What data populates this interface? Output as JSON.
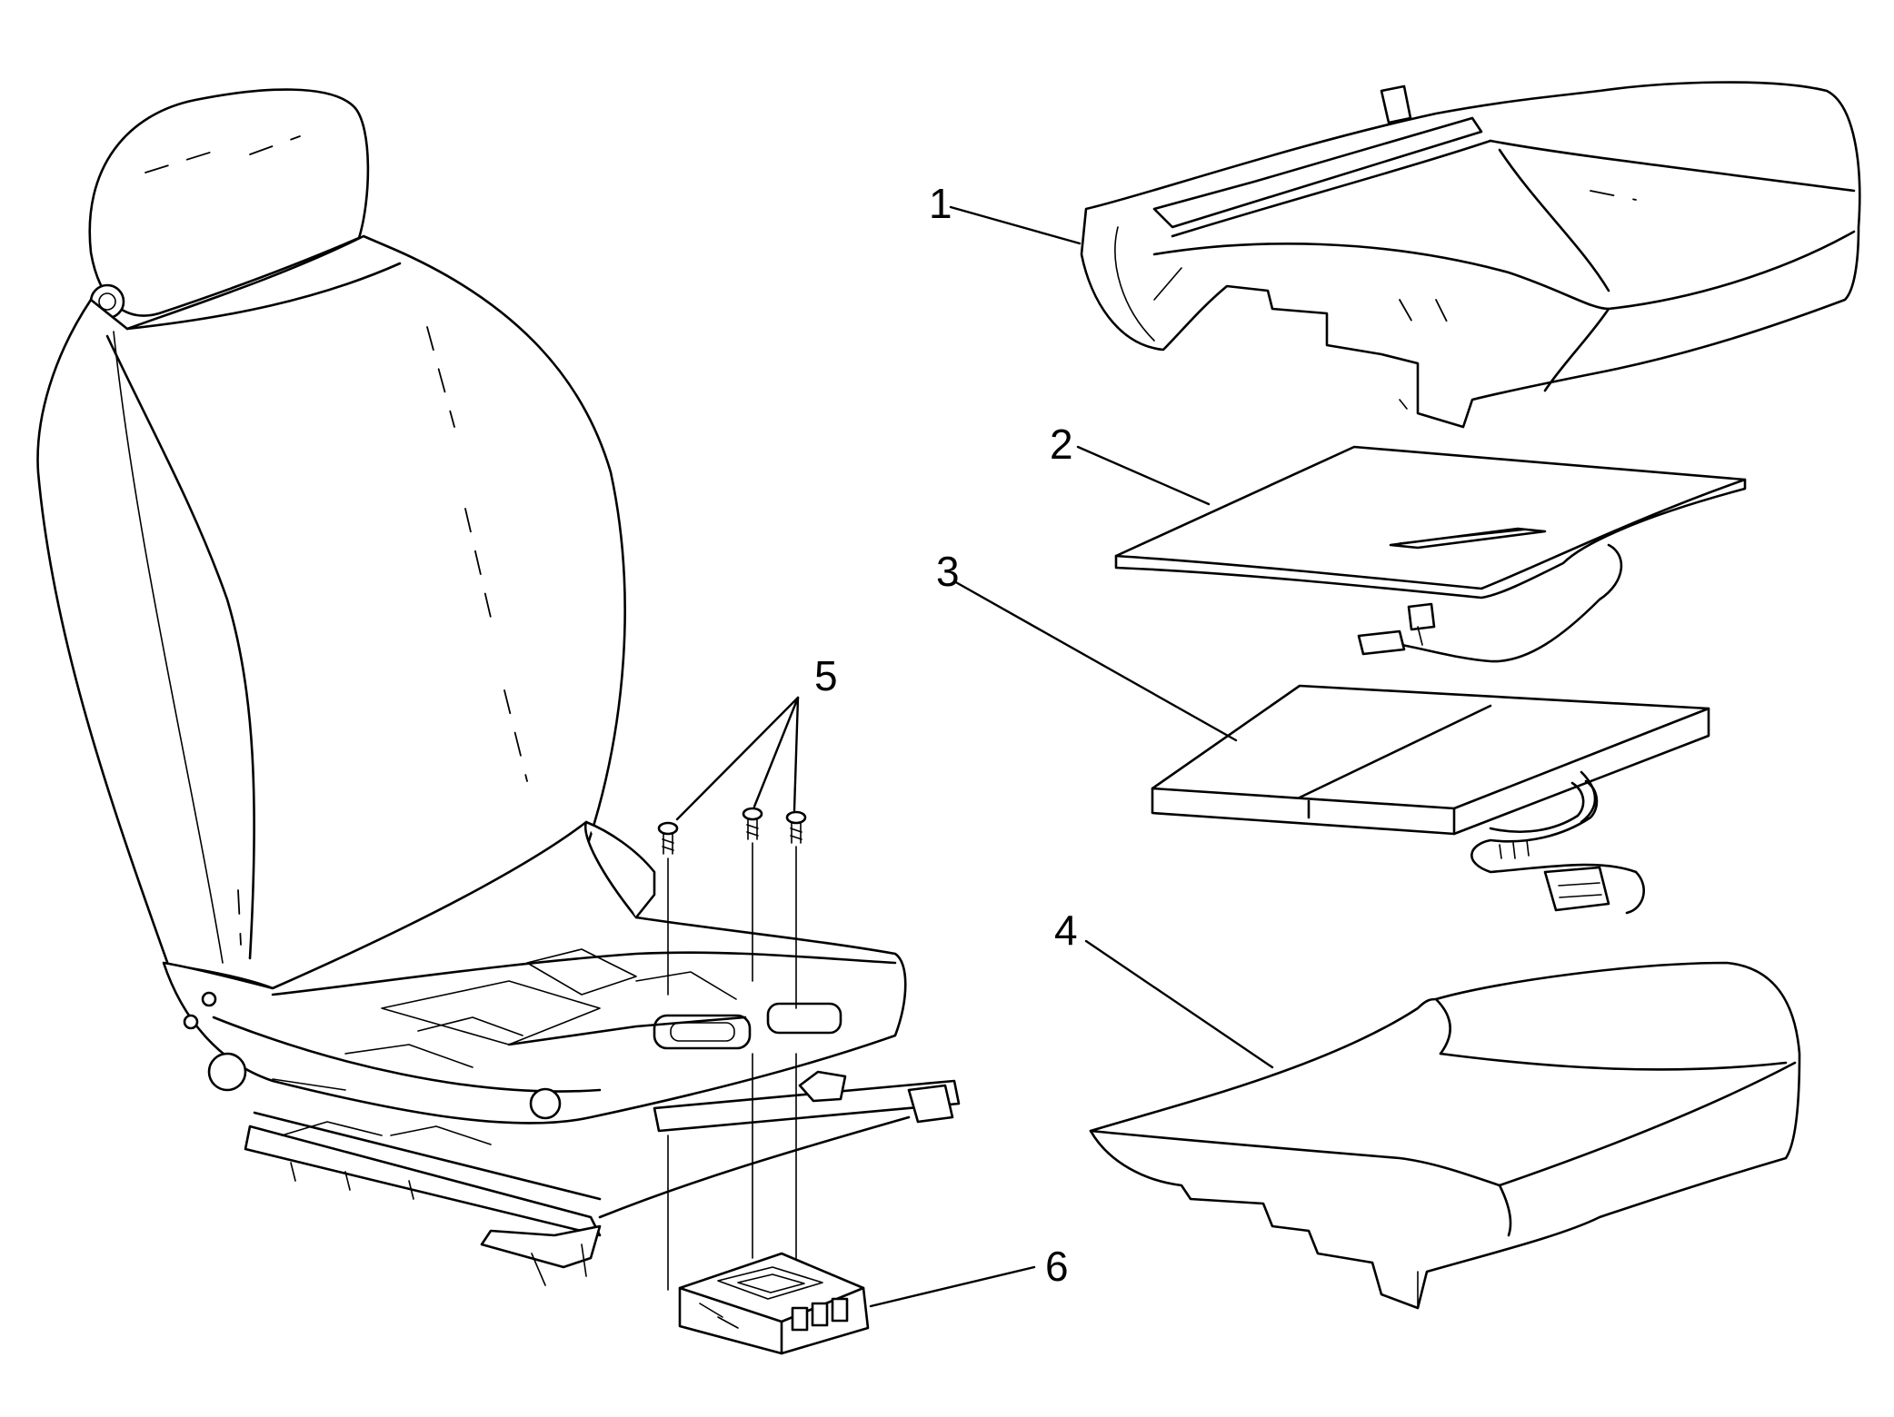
{
  "callouts": [
    {
      "number": "1",
      "part": "seat-cushion-cover"
    },
    {
      "number": "2",
      "part": "occupant-sensor-mat"
    },
    {
      "number": "3",
      "part": "sensor-pad-with-harness"
    },
    {
      "number": "4",
      "part": "seat-cushion-pad"
    },
    {
      "number": "5",
      "part": "module-bolts"
    },
    {
      "number": "6",
      "part": "sensor-module"
    }
  ],
  "colors": {
    "line": "#000000",
    "background": "#ffffff"
  }
}
